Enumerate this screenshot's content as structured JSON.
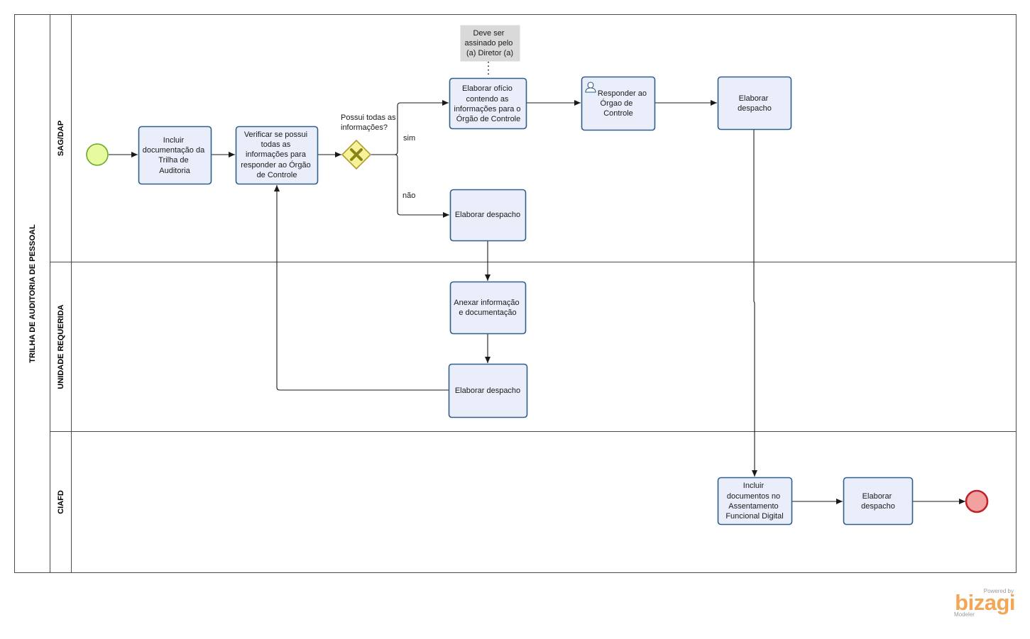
{
  "pool": {
    "title": "TRILHA DE AUDITORIA DE PESSOAL"
  },
  "lanes": [
    {
      "id": "lane-sag",
      "label": "SAG/DAP"
    },
    {
      "id": "lane-unidade",
      "label": "UNIDADE REQUERIDA"
    },
    {
      "id": "lane-ciafd",
      "label": "CIAFD"
    }
  ],
  "tasks": {
    "incluir_doc": [
      "Incluir",
      "documentação da",
      "Trilha de",
      "Auditoria"
    ],
    "verificar": [
      "Verificar  se possui",
      "todas as",
      "informações para",
      "responder ao Órgão",
      "de Controle"
    ],
    "elaborar_oficio": [
      "Elaborar ofício",
      "contendo as",
      "informações para o",
      "Órgão de Controle"
    ],
    "responder": [
      "Responder ao",
      "Órgao de",
      "Controle"
    ],
    "despacho_sag_top": [
      "Elaborar",
      "despacho"
    ],
    "despacho_sag_nao": [
      "Elaborar despacho"
    ],
    "anexar": [
      "Anexar informação",
      "e documentação"
    ],
    "despacho_unidade": [
      "Elaborar despacho"
    ],
    "incluir_assent": [
      "Incluir",
      "documentos no",
      "Assentamento",
      "Funcional Digital"
    ],
    "despacho_ciafd": [
      "Elaborar",
      "despacho"
    ]
  },
  "gateway": {
    "question": [
      "Possui todas as",
      "informações?"
    ]
  },
  "flow_labels": {
    "yes": "sim",
    "no": "não"
  },
  "annotation": [
    "Deve ser",
    "assinado pelo",
    "(a) Diretor (a)"
  ],
  "branding": {
    "powered": "Powered by",
    "name": "bizagi",
    "product": "Modeler"
  },
  "colors": {
    "task_fill": "#eaeefa",
    "task_stroke": "#2f5f8a",
    "start_fill": "#e6fb9e",
    "start_stroke": "#6aa82a",
    "end_fill": "#f2a1a1",
    "end_stroke": "#c0242a",
    "gateway_fill": "#f5f29a",
    "gateway_stroke": "#a8a02a",
    "annotation_fill": "#d9d9d9",
    "brand": "#f2a656"
  }
}
